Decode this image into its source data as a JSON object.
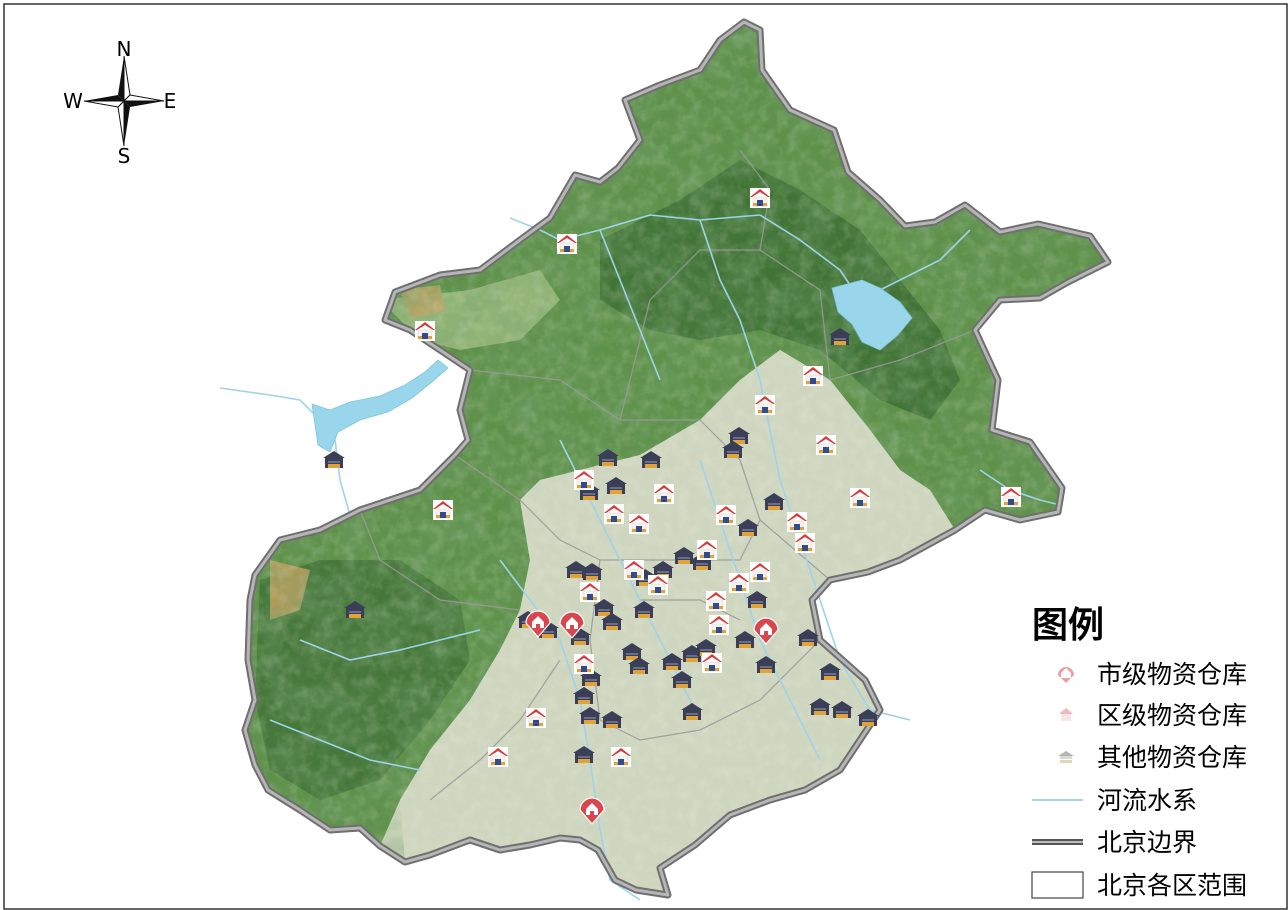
{
  "compass": {
    "north": "N",
    "south": "S",
    "east": "E",
    "west": "W"
  },
  "legend": {
    "title": "图例",
    "items": [
      {
        "key": "city",
        "label": "市级物资仓库",
        "icon": "city-warehouse-marker-icon"
      },
      {
        "key": "district",
        "label": "区级物资仓库",
        "icon": "district-warehouse-icon"
      },
      {
        "key": "other",
        "label": "其他物资仓库",
        "icon": "other-warehouse-icon"
      },
      {
        "key": "river",
        "label": "河流水系",
        "icon": "river-line-icon"
      },
      {
        "key": "boundary",
        "label": "北京边界",
        "icon": "boundary-line-icon"
      },
      {
        "key": "district_area",
        "label": "北京各区范围",
        "icon": "district-area-box-icon"
      }
    ]
  },
  "colors": {
    "city_marker": "#d9464e",
    "district_roof": "#d73a3a",
    "other_roof": "#3b3e57",
    "river": "#9fd3ea",
    "lake": "#99d6ec",
    "plain": "#c9d2b7",
    "mountain_low": "#93b577",
    "mountain_mid": "#5e914a",
    "mountain_high": "#3d6e34",
    "boundary": "#7a7a7a"
  }
}
